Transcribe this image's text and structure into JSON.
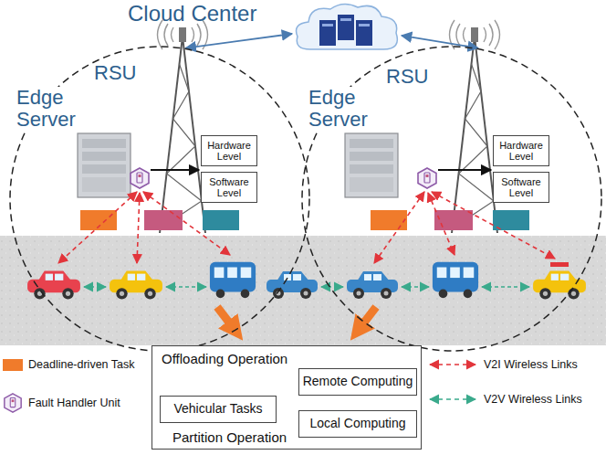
{
  "diagram": {
    "nodes": [
      {
        "text": [
          "Cloud Center"
        ]
      },
      {
        "text": [
          "RSU",
          "Edge Server"
        ]
      },
      {
        "text": [
          "Hardware Level"
        ],
        "in": 1
      },
      {
        "text": [
          "Software Level"
        ],
        "in": 1
      },
      {
        "text": [
          "RSU",
          "Edge Server"
        ]
      },
      {
        "text": [
          "Hardware Level"
        ],
        "in": 4
      },
      {
        "text": [
          "Software Level"
        ],
        "in": 4
      },
      {
        "text": [
          "Offloading Operation",
          "Partition Operation"
        ]
      },
      {
        "text": [
          "Remote Computing"
        ],
        "in": 7
      },
      {
        "text": [
          "Vehicular Tasks"
        ],
        "in": 7
      },
      {
        "text": [
          "Local Computing"
        ],
        "in": 7
      }
    ],
    "edges": [
      {
        "from": 0,
        "to": 1,
        "arrow": "both"
      },
      {
        "from": 0,
        "to": 4,
        "arrow": "both"
      },
      {
        "from": 9,
        "to": 8,
        "arrow": "to"
      },
      {
        "from": 9,
        "to": 10,
        "arrow": "to"
      }
    ],
    "legend": [
      {
        "text": "Deadline-driven Task",
        "color": "#F07B2B"
      },
      {
        "text": "Fault Handler Unit"
      },
      {
        "text": "V2I Wireless Links"
      },
      {
        "text": "V2V Wireless Links"
      }
    ]
  }
}
